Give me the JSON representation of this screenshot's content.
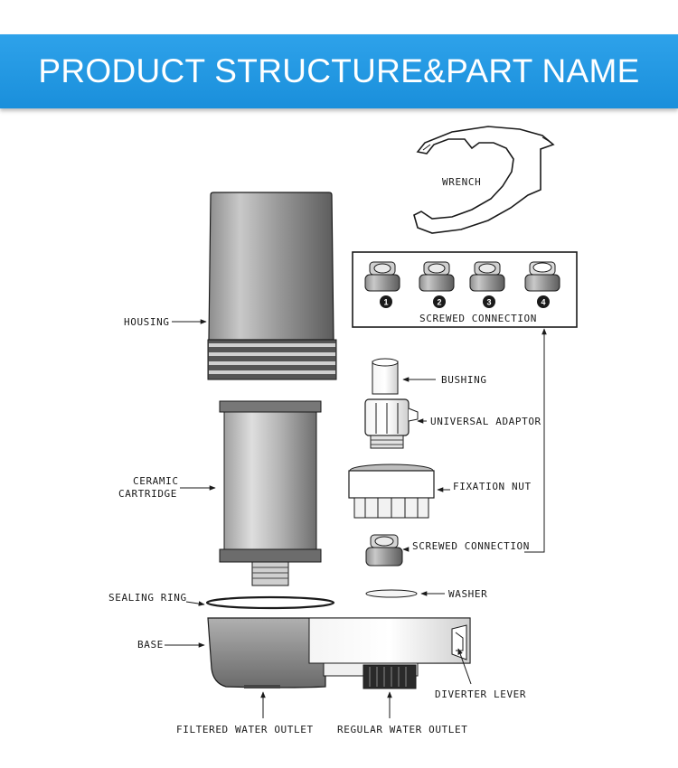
{
  "header": {
    "title": "PRODUCT STRUCTURE&PART NAME"
  },
  "parts": {
    "wrench": "WRENCH",
    "housing": "HOUSING",
    "ceramic_cartridge_line1": "CERAMIC",
    "ceramic_cartridge_line2": "CARTRIDGE",
    "sealing_ring": "SEALING RING",
    "base": "BASE",
    "filtered_water_outlet": "FILTERED WATER OUTLET",
    "regular_water_outlet": "REGULAR WATER OUTLET",
    "diverter_lever": "DIVERTER LEVER",
    "bushing": "BUSHING",
    "universal_adaptor": "UNIVERSAL ADAPTOR",
    "fixation_nut": "FIXATION NUT",
    "screwed_connection": "SCREWED CONNECTION",
    "washer": "WASHER"
  },
  "connections_box": {
    "label": "SCREWED CONNECTION",
    "items": [
      "1",
      "2",
      "3",
      "4"
    ]
  },
  "colors": {
    "banner": "#1e94e0",
    "banner_text": "#ffffff"
  }
}
